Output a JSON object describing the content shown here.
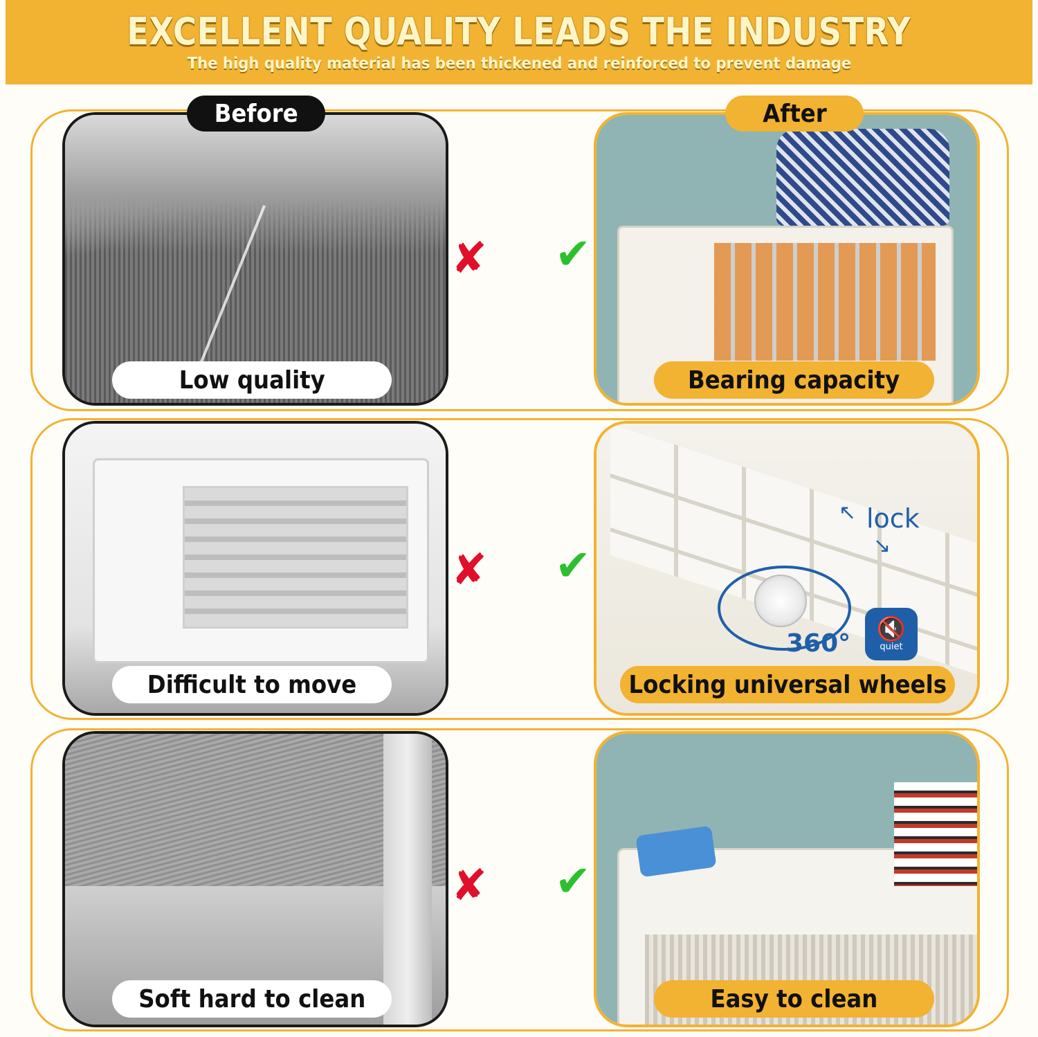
{
  "header": {
    "headline": "EXCELLENT QUALITY LEADS THE INDUSTRY",
    "subline": "The high quality material has been thickened and reinforced to prevent damage"
  },
  "tags": {
    "before": "Before",
    "after": "After"
  },
  "rows": [
    {
      "before_label": "Low quality",
      "after_label": "Bearing capacity",
      "before_mark": "✘",
      "after_mark": "✔"
    },
    {
      "before_label": "Difficult to move",
      "after_label": "Locking universal wheels",
      "before_mark": "✘",
      "after_mark": "✔"
    },
    {
      "before_label": "Soft hard to clean",
      "after_label": "Easy to clean",
      "before_mark": "✘",
      "after_mark": "✔"
    }
  ],
  "wheel_callouts": {
    "lock": "lock",
    "rotation": "360°",
    "quiet": "quiet"
  },
  "icons": {
    "quiet": "speaker-muted-icon",
    "lock_arrow_up": "arrow-up-left-icon",
    "lock_arrow_down": "arrow-down-right-icon"
  },
  "colors": {
    "accent": "#F2B232",
    "cross": "#e0102a",
    "check": "#2cc12c",
    "callout": "#1f5fa8"
  }
}
